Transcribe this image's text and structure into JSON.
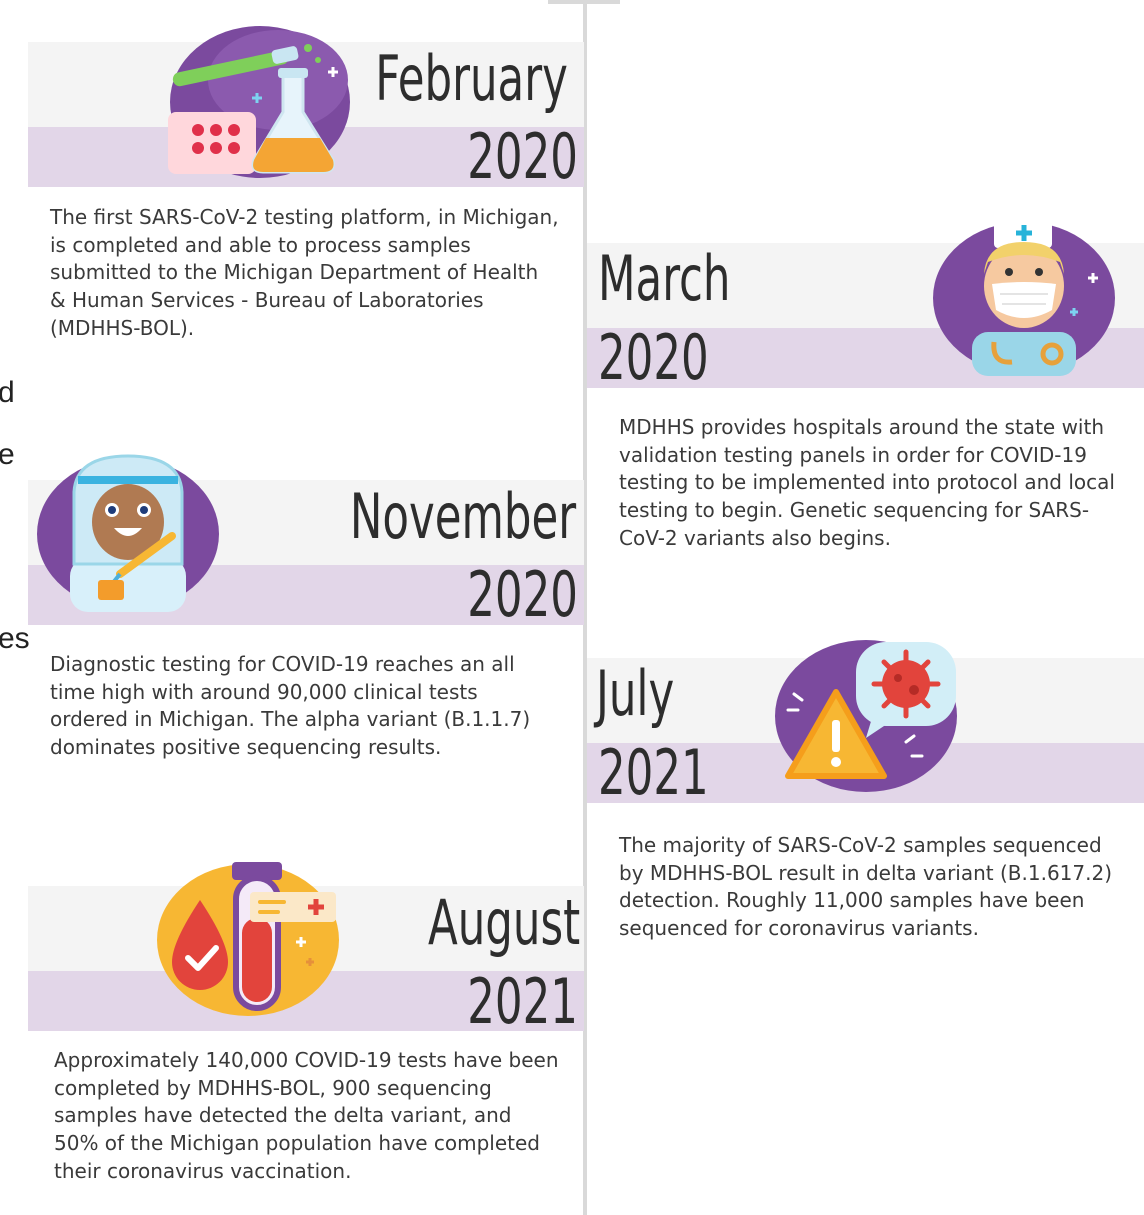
{
  "events": [
    {
      "month": "February",
      "year": "2020",
      "text": "The first SARS-CoV-2 testing platform, in Michigan, is completed and able to process samples submitted to the Michigan Department of Health & Human Services - Bureau of Laboratories (MDHHS-BOL).",
      "icon": "lab-flask-icon"
    },
    {
      "month": "March",
      "year": "2020",
      "text": "MDHHS provides hospitals around the state with validation testing panels in order for COVID-19 testing to be implemented into protocol and local testing to begin. Genetic sequencing for SARS-CoV-2 variants also begins.",
      "icon": "nurse-icon"
    },
    {
      "month": "November",
      "year": "2020",
      "text": "Diagnostic testing for COVID-19 reaches an all time high with around 90,000 clinical tests ordered in Michigan. The alpha variant (B.1.1.7) dominates positive sequencing results.",
      "icon": "scientist-icon"
    },
    {
      "month": "July",
      "year": "2021",
      "text": "The majority of SARS-CoV-2 samples sequenced by MDHHS-BOL result in delta variant (B.1.617.2) detection. Roughly 11,000 samples have been sequenced for coronavirus variants.",
      "icon": "virus-warning-icon"
    },
    {
      "month": "August",
      "year": "2021",
      "text": "Approximately 140,000 COVID-19 tests have been completed by MDHHS-BOL, 900 sequencing samples have detected the delta variant, and 50% of the Michigan population have completed their coronavirus vaccination.",
      "icon": "blood-test-tube-icon"
    }
  ],
  "edge_fragments": [
    "d",
    "e",
    "es"
  ],
  "colors": {
    "band_light": "#f4f4f4",
    "band_purple": "#e2d6e8",
    "circle_purple": "#7b4a9e",
    "circle_orange": "#f7b733"
  }
}
